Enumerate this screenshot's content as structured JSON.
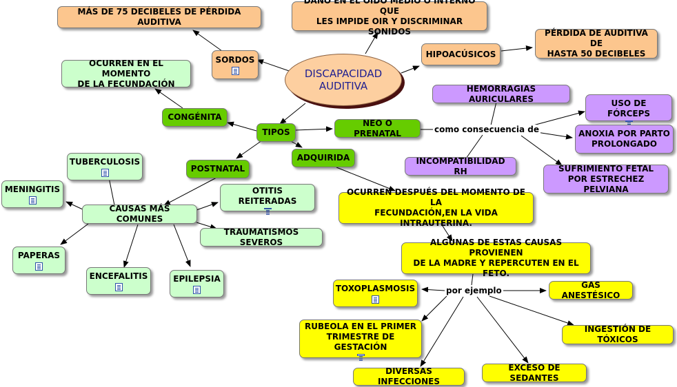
{
  "central": {
    "title_line1": "DISCAPACIDAD",
    "title_line2": "AUDITIVA"
  },
  "top": {
    "sordos": "SORDOS",
    "sordos_desc": "MÁS DE 75 DECIBELES DE PÉRDIDA AUDITIVA",
    "dano_line1": "DAÑO EN EL OÍDO MEDIO O INTERNO QUE",
    "dano_line2": "LES IMPIDE OIR Y DISCRIMINAR SONIDOS",
    "hipoacusicos": "HIPOACÚSICOS",
    "hipo_line1": "PÉRDIDA DE AUDITIVA DE",
    "hipo_line2": "HASTA 50 DECIBELES"
  },
  "tipos": {
    "label": "TIPOS",
    "congenita": "CONGÉNITA",
    "congenita_line1": "OCURREN EN EL MOMENTO",
    "congenita_line2": "DE LA FECUNDACIÓN",
    "neo": "NEO O PRENATAL",
    "postnatal": "POSTNATAL",
    "adquirida": "ADQUIRIDA"
  },
  "prenatal": {
    "link": "como consecuencia de",
    "hemorragias": "HEMORRAGIAS AURICULARES",
    "forceps": "USO DE FÓRCEPS",
    "anoxia_line1": "ANOXIA POR PARTO",
    "anoxia_line2": "PROLONGADO",
    "incompatibilidad": "INCOMPATIBILIDAD RH",
    "sufrimiento_line1": "SUFRIMIENTO FETAL",
    "sufrimiento_line2": "POR ESTRECHEZ PELVIANA"
  },
  "postnatal": {
    "causas": "CAUSAS MÁS COMUNES",
    "tuberculosis": "TUBERCULOSIS",
    "meningitis": "MENINGITIS",
    "paperas": "PAPERAS",
    "encefalitis": "ENCEFALITIS",
    "epilepsia": "EPILEPSIA",
    "otitis": "OTITIS REITERADAS",
    "traumatismos": "TRAUMATISMOS SEVEROS"
  },
  "adquirida": {
    "ocurren_line1": "OCURREN DESPUÉS DEL MOMENTO DE LA",
    "ocurren_line2": "FECUNDACIÓN,EN LA VIDA INTRAUTERINA.",
    "algunas_line1": "ALGUNAS DE ESTAS CAUSAS PROVIENEN",
    "algunas_line2": "DE LA MADRE Y REPERCUTEN EN EL FETO.",
    "link": "por ejemplo",
    "toxoplasmosis": "TOXOPLASMOSIS",
    "gas": "GAS ANESTÉSICO",
    "rubeola_line1": "RUBEOLA EN EL PRIMER",
    "rubeola_line2": "TRIMESTRE DE GESTACIÓN",
    "ingestion": "INGESTIÓN DE TÓXICOS",
    "infecciones": "DIVERSAS INFECCIONES",
    "sedantes": "EXCESO DE SEDANTES"
  },
  "colors": {
    "orange": "#fcc68e",
    "light_green": "#ccffcc",
    "dark_green": "#66cc00",
    "purple": "#cc99ff",
    "yellow": "#ffff00",
    "central_text": "#1e1e90"
  },
  "icons": {
    "attachment": "document-icon"
  }
}
